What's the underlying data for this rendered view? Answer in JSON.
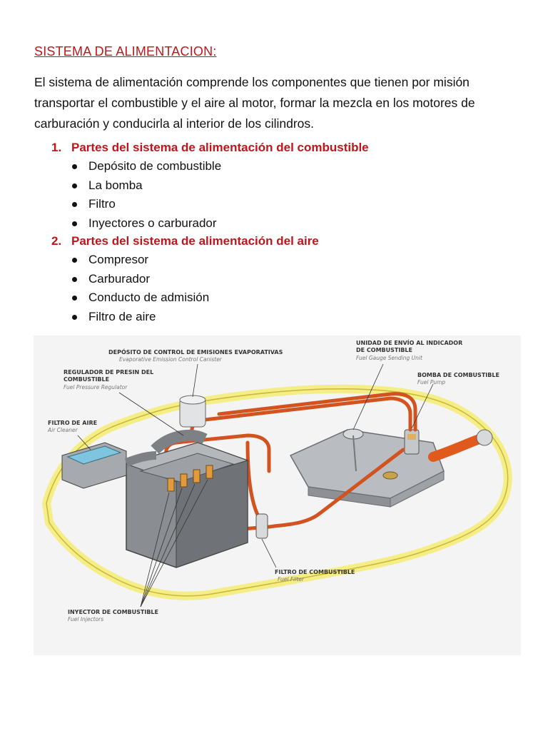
{
  "title": "SISTEMA DE ALIMENTACION:",
  "intro": "El sistema de alimentación comprende los componentes que tienen por misión transportar el combustible y el aire al motor, formar la mezcla en los motores de carburación y conducirla al interior de los cilindros.",
  "sections": [
    {
      "number": "1.",
      "heading": "Partes del sistema de alimentación del combustible",
      "items": [
        "Depósito de combustible",
        "La bomba",
        "Filtro",
        "Inyectores o carburador"
      ]
    },
    {
      "number": "2.",
      "heading": "Partes del sistema de alimentación del aire",
      "items": [
        "Compresor",
        "Carburador",
        "Conducto de admisión",
        "Filtro de aire"
      ]
    }
  ],
  "diagram": {
    "labels": {
      "canister": "DEPÓSITO DE CONTROL DE EMISIONES EVAPORATIVAS",
      "canister_en": "Evaporative Emission Control Canister",
      "regulator_1": "REGULADOR DE PRESIN DEL",
      "regulator_2": "COMBUSTIBLE",
      "regulator_en": "Fuel Pressure Regulator",
      "air_filter": "FILTRO DE AIRE",
      "air_filter_en": "Air Cleaner",
      "sender_1": "UNIDAD DE ENVÍO AL INDICADOR",
      "sender_2": "DE COMBUSTIBLE",
      "sender_en": "Fuel Gauge Sending Unit",
      "pump": "BOMBA DE COMBUSTIBLE",
      "pump_en": "Fuel Pump",
      "fuel_filter": "FILTRO DE COMBUSTIBLE",
      "fuel_filter_en": "Fuel Filter",
      "injector": "INYECTOR DE COMBUSTIBLE",
      "injector_en": "Fuel Injectors"
    }
  }
}
